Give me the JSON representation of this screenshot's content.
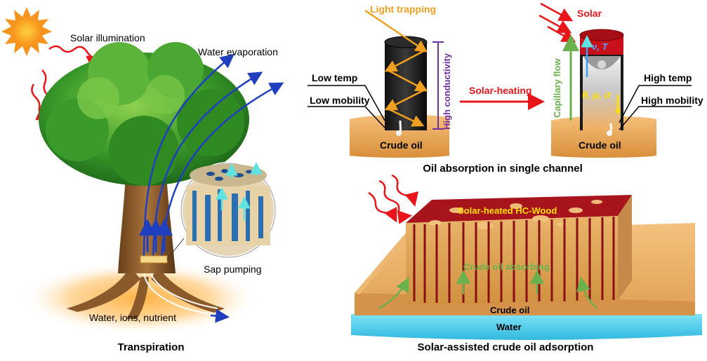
{
  "left_panel": {
    "solar_illumination": "Solar illumination",
    "water_evaporation": "Water evaporation",
    "sap_pumping": "Sap pumping",
    "water_ions_nutrient": "Water, ions, nutrient",
    "caption": "Transpiration"
  },
  "single_channel": {
    "light_trapping": "Light trapping",
    "high_conductivity": "High conductivity",
    "low_temp": "Low temp",
    "low_mobility": "Low mobility",
    "crude_oil_left": "Crude oil",
    "solar_heating": "Solar-heating",
    "solar": "Solar",
    "capillary_flow": "Capillary flow",
    "nu_T": "ν, T",
    "theta_mu_sigma": "θ, μ, σ",
    "high_temp": "High temp",
    "high_mobility": "High mobility",
    "crude_oil_right": "Crude oil",
    "caption": "Oil absorption in single channel"
  },
  "adsorption_panel": {
    "solar_heated_wood": "Solar-heated HC-Wood",
    "crude_oil_absorbing": "Crude oil absorbing",
    "crude_oil": "Crude oil",
    "water": "Water",
    "caption": "Solar-assisted crude oil adsorption"
  },
  "colors": {
    "sun": "#f7941d",
    "tree_green": "#3a9b2a",
    "trunk": "#8b5a2b",
    "water_blue": "#1f3fbf",
    "light_trapping_orange": "#f0a020",
    "conductivity_purple": "#7030a0",
    "solar_red": "#e8161a",
    "capillary_green": "#6ab04c",
    "label_yellow": "#ffe100",
    "oil_tan": "#e3a85b",
    "water_cyan": "#5cd6f0",
    "wood_red": "#b01a1a"
  }
}
